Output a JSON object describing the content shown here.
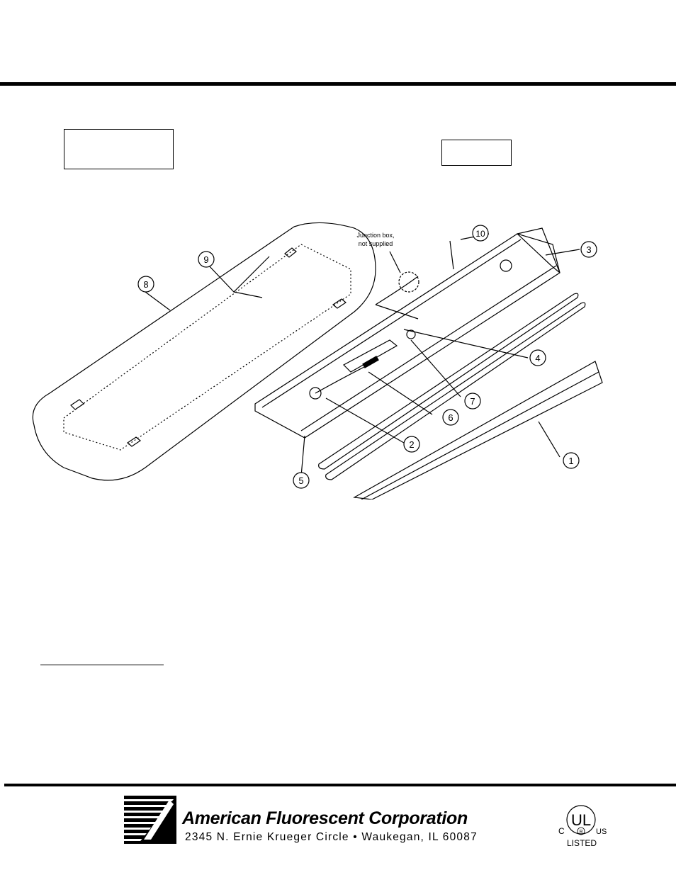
{
  "header": {},
  "diagram": {
    "callouts": [
      {
        "number": "1",
        "label": "callout-1"
      },
      {
        "number": "2",
        "label": "callout-2"
      },
      {
        "number": "3",
        "label": "callout-3"
      },
      {
        "number": "4",
        "label": "callout-4"
      },
      {
        "number": "5",
        "label": "callout-5"
      },
      {
        "number": "6",
        "label": "callout-6"
      },
      {
        "number": "7",
        "label": "callout-7"
      },
      {
        "number": "8",
        "label": "callout-8"
      },
      {
        "number": "9",
        "label": "callout-9"
      },
      {
        "number": "10",
        "label": "callout-10"
      }
    ],
    "junction_note_line1": "Junction box,",
    "junction_note_line2": "not supplied"
  },
  "footer": {
    "company_name": "American Fluorescent Corporation",
    "address": "2345 N. Ernie Krueger Circle • Waukegan, IL  60087",
    "ul_mark": {
      "letters": "UL",
      "left": "C",
      "right": "US",
      "center": "R",
      "listed": "LISTED"
    }
  }
}
